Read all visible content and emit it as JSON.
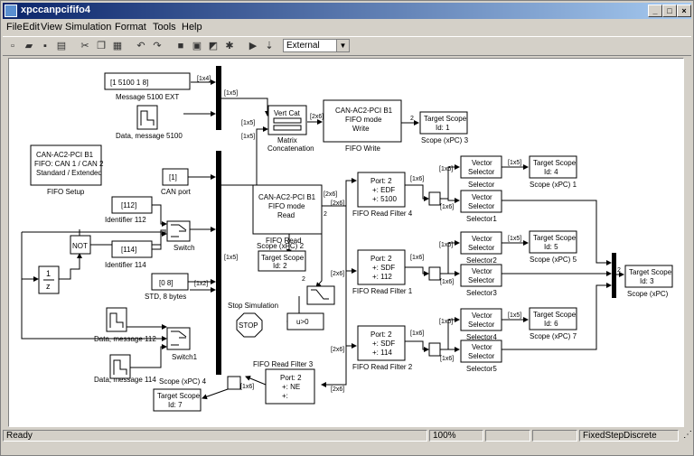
{
  "window": {
    "title": "xpccanpcififo4"
  },
  "menu": [
    "File",
    "Edit",
    "View",
    "Simulation",
    "Format",
    "Tools",
    "Help"
  ],
  "toolbar": {
    "mode": "External"
  },
  "status": {
    "left": "Ready",
    "zoom": "100%",
    "solver": "FixedStepDiscrete"
  },
  "blocks": {
    "msg_ext_value": "[1 5100    1    8]",
    "msg_ext_label": "Message 5100 EXT",
    "data5100_label": "Data, message 5100",
    "vertcat_text": "Vert Cat",
    "vertcat_label1": "Matrix",
    "vertcat_label2": "Concatenation",
    "write_l1": "CAN-AC2-PCI B1",
    "write_l2": "FIFO mode",
    "write_l3": "Write",
    "write_label": "FIFO Write",
    "ts3_l1": "Target Scope",
    "ts3_l2": "Id: 1",
    "ts3_label": "Scope (xPC) 3",
    "setup_l1": "CAN-AC2-PCI B1",
    "setup_l2": "FIFO: CAN 1 / CAN 2",
    "setup_l3": "Standard / Extended",
    "setup_label": "FIFO Setup",
    "canport_value": "[1]",
    "canport_label": "CAN port",
    "id112_value": "[112]",
    "id112_label": "Identifier 112",
    "id114_value": "[114]",
    "id114_label": "Identifier 114",
    "switch_label": "Switch",
    "switch1_label": "Switch1",
    "not_text": "NOT",
    "z_num": "1",
    "z_den": "z",
    "std_value": "[0 8]",
    "std_label": "STD, 8 bytes",
    "data112_label": "Data, message 112",
    "data114_label": "Data, message 114",
    "read_l1": "CAN-AC2-PCI B1",
    "read_l2": "FIFO mode",
    "read_l3": "Read",
    "read_label": "FIFO Read",
    "tsr_l1": "Target Scope",
    "tsr_l2": "Id: 2",
    "tsr_label": "Scope (xPC) 2",
    "stop_sim_label": "Stop Simulation",
    "stop_text": "STOP",
    "cmp_text": "u>0",
    "f4_l1": "Port: 2",
    "f4_l2": "+: EDF",
    "f4_l3": "+: 5100",
    "f4_label": "FIFO Read Filter 4",
    "f1_l1": "Port: 2",
    "f1_l2": "+: SDF",
    "f1_l3": "+: 112",
    "f1_label": "FIFO Read Filter 1",
    "f2_l1": "Port: 2",
    "f2_l2": "+: SDF",
    "f2_l3": "+: 114",
    "f2_label": "FIFO Read Filter 2",
    "f3_l1": "Port: 2",
    "f3_l2": "+: NE",
    "f3_l3": "+:",
    "f3_label": "FIFO Read Filter 3",
    "vs_l1": "Vector",
    "vs_l2": "Selector",
    "sel_label": "Selector",
    "sel1_label": "Selector1",
    "sel2_label": "Selector2",
    "sel3_label": "Selector3",
    "sel4_label": "Selector4",
    "sel5_label": "Selector5",
    "ts4_l1": "Target Scope",
    "ts4_l2": "Id: 4",
    "ts4_label": "Scope (xPC) 1",
    "ts5_l1": "Target Scope",
    "ts5_l2": "Id: 5",
    "ts5_label": "Scope (xPC) 5",
    "ts6_l1": "Target Scope",
    "ts6_l2": "Id: 6",
    "ts6_label": "Scope (xPC) 7",
    "tsx_l1": "Target Scope",
    "tsx_l2": "Id: 3",
    "tsx_label": "Scope (xPC)",
    "ts7_l1": "Target Scope",
    "ts7_l2": "Id: 7",
    "ts7_label": "Scope (xPC) 4",
    "sig_1x4": "[1x4]",
    "sig_1x5": "[1x5]",
    "sig_1x2": "[1x2]",
    "sig_1x6": "[1x6]",
    "sig_2x6": "[2x6]",
    "sig_2": "2"
  }
}
